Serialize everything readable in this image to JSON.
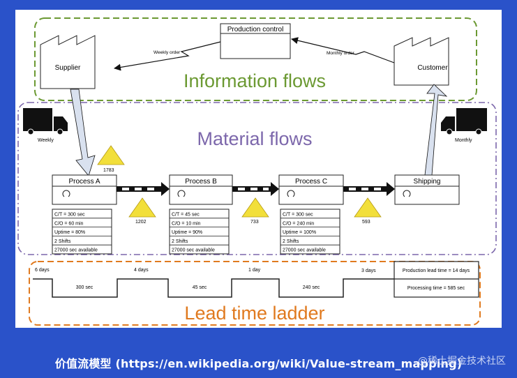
{
  "colors": {
    "background": "#2a52c9",
    "information": "#6b9932",
    "material": "#7c67ab",
    "lead_time": "#e07a1f",
    "arrow_fill": "#d9e1ef",
    "line": "#111111"
  },
  "information_flows": {
    "title": "Information flows",
    "production_control": "Production control",
    "supplier": "Supplier",
    "customer": "Customer",
    "weekly_order": "Weekly order",
    "monthly_order": "Monthly order"
  },
  "material_flows": {
    "title": "Material flows",
    "weekly": "Weekly",
    "monthly": "Monthly",
    "processes": [
      {
        "name": "Process A",
        "data": [
          "C/T = 300 sec",
          "C/O = 60 min",
          "Uptime = 80%",
          "2 Shifts",
          "27000 sec available"
        ]
      },
      {
        "name": "Process B",
        "data": [
          "C/T = 45 sec",
          "C/O = 10 min",
          "Uptime = 90%",
          "2 Shifts",
          "27000 sec available"
        ]
      },
      {
        "name": "Process C",
        "data": [
          "C/T = 300 sec",
          "C/O = 240 min",
          "Uptime = 100%",
          "2 Shifts",
          "27000 sec available"
        ]
      }
    ],
    "shipping": "Shipping",
    "inventories": [
      "1783",
      "1202",
      "733",
      "593"
    ]
  },
  "lead_time_ladder": {
    "title": "Lead time ladder",
    "days": [
      "6 days",
      "4 days",
      "1 day",
      "3 days"
    ],
    "process_times": [
      "300 sec",
      "45 sec",
      "240 sec"
    ],
    "production_lead_time": "Production lead time = 14 days",
    "processing_time": "Processing time = 585 sec"
  },
  "caption": "价值流模型 (https://en.wikipedia.org/wiki/Value-stream_mapping)",
  "watermark": "@稀土掘金技术社区"
}
